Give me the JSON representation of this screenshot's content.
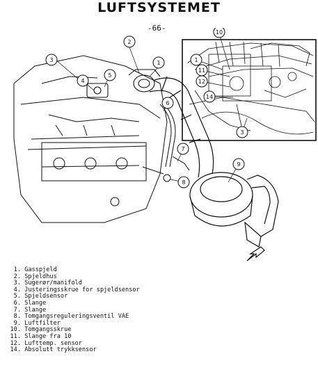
{
  "title": "LUFTSYSTEMET",
  "page_number": "-66-",
  "callouts": [
    "1",
    "2",
    "3",
    "4",
    "5",
    "6",
    "7",
    "8",
    "9",
    "10",
    "11",
    "12",
    "14",
    "1",
    "3"
  ],
  "legend": [
    {
      "num": "1.",
      "text": "Gasspjeld"
    },
    {
      "num": "2.",
      "text": "Spjeldhus"
    },
    {
      "num": "3.",
      "text": "Sugerør/manifold"
    },
    {
      "num": "4.",
      "text": "Justeringsskrue for spjeldsensor"
    },
    {
      "num": "5.",
      "text": "Spjeldsensor"
    },
    {
      "num": "6.",
      "text": "Slange"
    },
    {
      "num": "7.",
      "text": "Slange"
    },
    {
      "num": "8.",
      "text": "Tomgangsreguleringsventil VAE"
    },
    {
      "num": "9.",
      "text": "Luftfilter"
    },
    {
      "num": "10.",
      "text": "Tomgangsskrue"
    },
    {
      "num": "11.",
      "text": "Slange fra 10"
    },
    {
      "num": "12.",
      "text": "Lufttemp. sensor"
    },
    {
      "num": "14.",
      "text": "Absolutt trykksensor"
    }
  ]
}
